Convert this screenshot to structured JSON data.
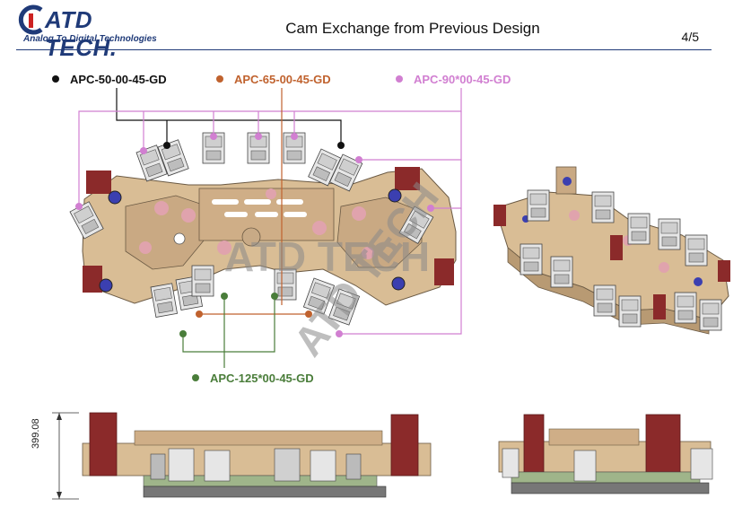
{
  "header": {
    "logo_text": "ATD TECH.",
    "logo_tagline": "Analog To Digital Technologies",
    "title": "Cam Exchange from Previous Design",
    "page_number": "4/5"
  },
  "legend": [
    {
      "label": "APC-50-00-45-GD",
      "color": "#111111"
    },
    {
      "label": "APC-65-00-45-GD",
      "color": "#c0622e"
    },
    {
      "label": "APC-90*00-45-GD",
      "color": "#d17fd1"
    },
    {
      "label": "APC-125*00-45-GD",
      "color": "#4a7d3a"
    }
  ],
  "dimension_label": "399.08",
  "watermark": "ATD TECH",
  "colors": {
    "brand": "#1f3a78",
    "tan": "#d9bd95",
    "maroon": "#8b2a2a",
    "black_series": "#111111",
    "orange_series": "#c0622e",
    "pink_series": "#d17fd1",
    "green_series": "#4a7d3a"
  }
}
